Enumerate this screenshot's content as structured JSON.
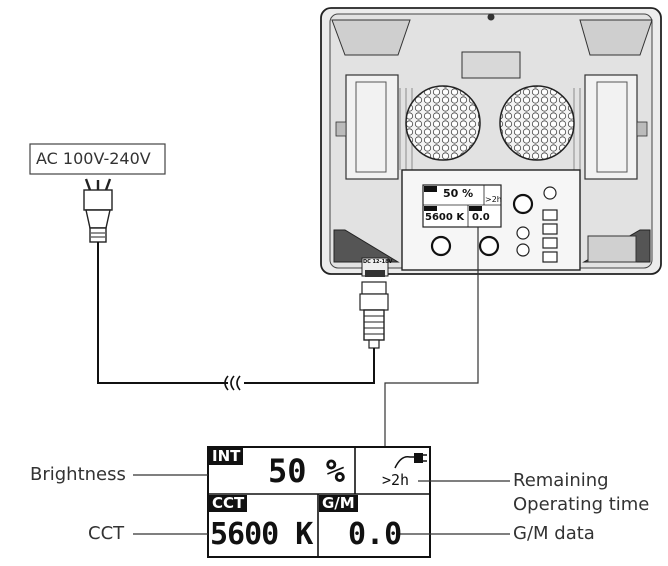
{
  "power": {
    "ac_label": "AC 100V-240V",
    "port_label": "DC 12-18V"
  },
  "small_screen": {
    "int_value": "50 %",
    "remaining": ">2h",
    "cct_value": "5600 K",
    "gm_value": "0.0"
  },
  "lcd": {
    "int_tag": "INT",
    "int_value": "50 %",
    "remaining_value": ">2h",
    "cct_tag": "CCT",
    "cct_value": "5600 K",
    "gm_tag": "G/M",
    "gm_value": "0.0"
  },
  "callouts": {
    "brightness": "Brightness",
    "remaining_line1": "Remaining",
    "remaining_line2": "Operating time",
    "cct": "CCT",
    "gm": "G/M data"
  },
  "icons": [
    "plug-icon",
    "battery-plug-icon",
    "fan-grille-icon",
    "knob-icon",
    "connector-icon",
    "cable-break-icon"
  ]
}
